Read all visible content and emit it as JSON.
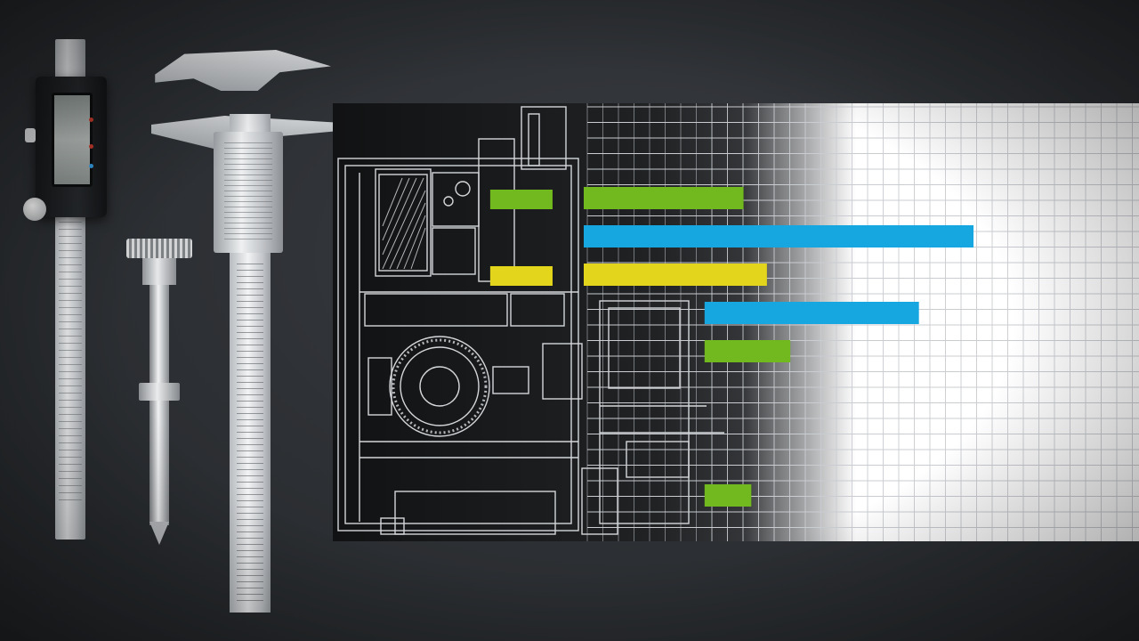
{
  "scene": {
    "description_colors": {
      "background": "#2c2f33",
      "green": "#72b81f",
      "blue": "#17a7e0",
      "yellow": "#e3d51b",
      "grid_line": "#c9ccd1",
      "paper": "#ffffff"
    }
  },
  "blueprint": {
    "header_left": "",
    "header_right": ""
  },
  "chart_data": {
    "type": "bar",
    "orientation": "horizontal",
    "categories": [
      "",
      "",
      "",
      "",
      "",
      ""
    ],
    "bars": [
      {
        "start": 0.0,
        "end": 0.41,
        "color": "green"
      },
      {
        "start": 0.0,
        "end": 1.0,
        "color": "blue"
      },
      {
        "start": 0.0,
        "end": 0.47,
        "color": "yellow"
      },
      {
        "start": 0.31,
        "end": 0.86,
        "color": "blue"
      },
      {
        "start": 0.31,
        "end": 0.53,
        "color": "green"
      },
      {
        "start": 0.31,
        "end": 0.43,
        "color": "green"
      }
    ],
    "short_bars": [
      {
        "start": -0.24,
        "end": -0.08,
        "color": "green"
      },
      {
        "start": -0.24,
        "end": -0.08,
        "color": "yellow"
      }
    ],
    "grid": true
  }
}
